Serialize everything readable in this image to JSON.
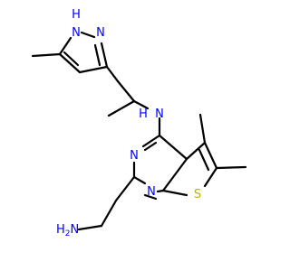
{
  "colors": {
    "bond": "#000000",
    "nitrogen": "#0000ff",
    "sulfur": "#b4b400",
    "carbon": "#000000"
  },
  "atoms": {
    "pyrazole_nh": {
      "element": "N",
      "text": "N",
      "h_text": "H"
    },
    "pyrazole_n": {
      "element": "N",
      "text": "N"
    },
    "amine_nh": {
      "element": "N",
      "text": "N",
      "h_text": "H"
    },
    "pyrimidine_n_upper": {
      "element": "N",
      "text": "N"
    },
    "pyrimidine_n_lower": {
      "element": "N",
      "text": "N"
    },
    "thiophene_s": {
      "element": "S",
      "text": "S"
    },
    "primary_amine": {
      "element": "N",
      "text": "N",
      "h_text": "H",
      "h_subscript": "2"
    }
  }
}
